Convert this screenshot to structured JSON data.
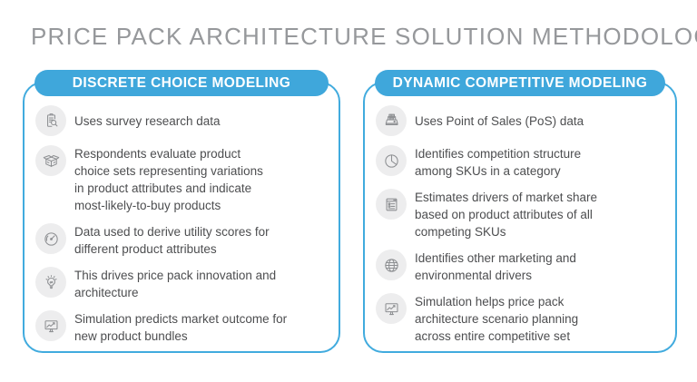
{
  "title": "PRICE PACK ARCHITECTURE SOLUTION METHODOLOGIES",
  "colors": {
    "accent_blue": "#3FA7DB",
    "card_border_blue": "#41ABDE",
    "title_gray": "#96989B",
    "body_text_gray": "#4D4E50",
    "icon_circle_bg": "#EDEDEE",
    "icon_stroke_gray": "#8D8F92"
  },
  "left_panel": {
    "header": "DISCRETE CHOICE MODELING",
    "items": [
      {
        "icon": "clipboard-search-icon",
        "text": "Uses survey research data"
      },
      {
        "icon": "open-box-icon",
        "text": "Respondents evaluate product\nchoice sets representing variations\nin product attributes and indicate\nmost-likely-to-buy products"
      },
      {
        "icon": "gauge-icon",
        "text": "Data used to derive utility scores for\ndifferent product attributes"
      },
      {
        "icon": "lightbulb-icon",
        "text": "This drives price pack innovation and\narchitecture"
      },
      {
        "icon": "monitor-chart-icon",
        "text": "Simulation predicts market outcome for\nnew product bundles"
      }
    ]
  },
  "right_panel": {
    "header": "DYNAMIC COMPETITIVE MODELING",
    "items": [
      {
        "icon": "cash-register-icon",
        "text": "Uses Point of Sales (PoS) data"
      },
      {
        "icon": "pie-chart-icon",
        "text": "Identifies competition structure\namong SKUs in a category"
      },
      {
        "icon": "browser-list-icon",
        "text": "Estimates drivers of market share\nbased on product attributes of all\ncompeting SKUs"
      },
      {
        "icon": "globe-icon",
        "text": "Identifies other marketing and\nenvironmental drivers"
      },
      {
        "icon": "monitor-chart-icon",
        "text": "Simulation helps price pack\narchitecture scenario planning\nacross entire competitive set"
      }
    ]
  }
}
